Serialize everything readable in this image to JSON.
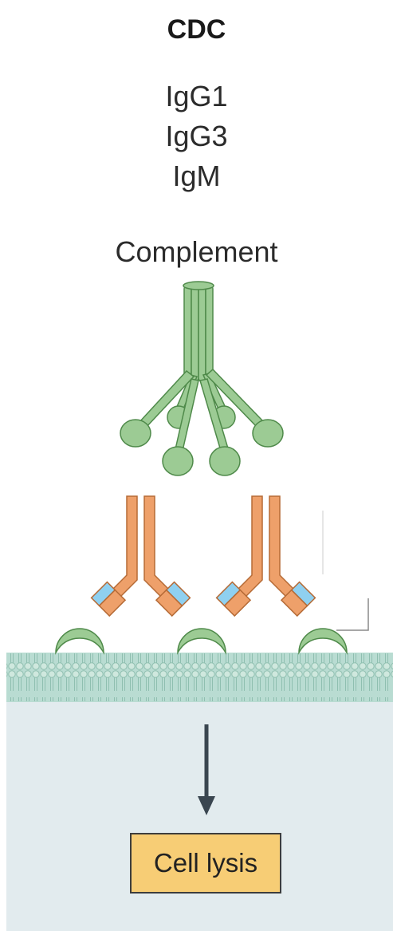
{
  "header": {
    "title": "CDC"
  },
  "antibodies": [
    "IgG1",
    "IgG3",
    "IgM"
  ],
  "labels": {
    "complement": "Complement",
    "outcome": "Cell lysis"
  },
  "colors": {
    "complement": "#9ccb94",
    "complement_stroke": "#4f8a4a",
    "heavy_chain": "#eea06a",
    "light_chain": "#8fd0f0",
    "antigen": "#9ccb94",
    "membrane": "#b9dcd2",
    "cytoplasm": "#e2ebee",
    "arrow": "#3a4650",
    "box": "#f7cd75"
  }
}
